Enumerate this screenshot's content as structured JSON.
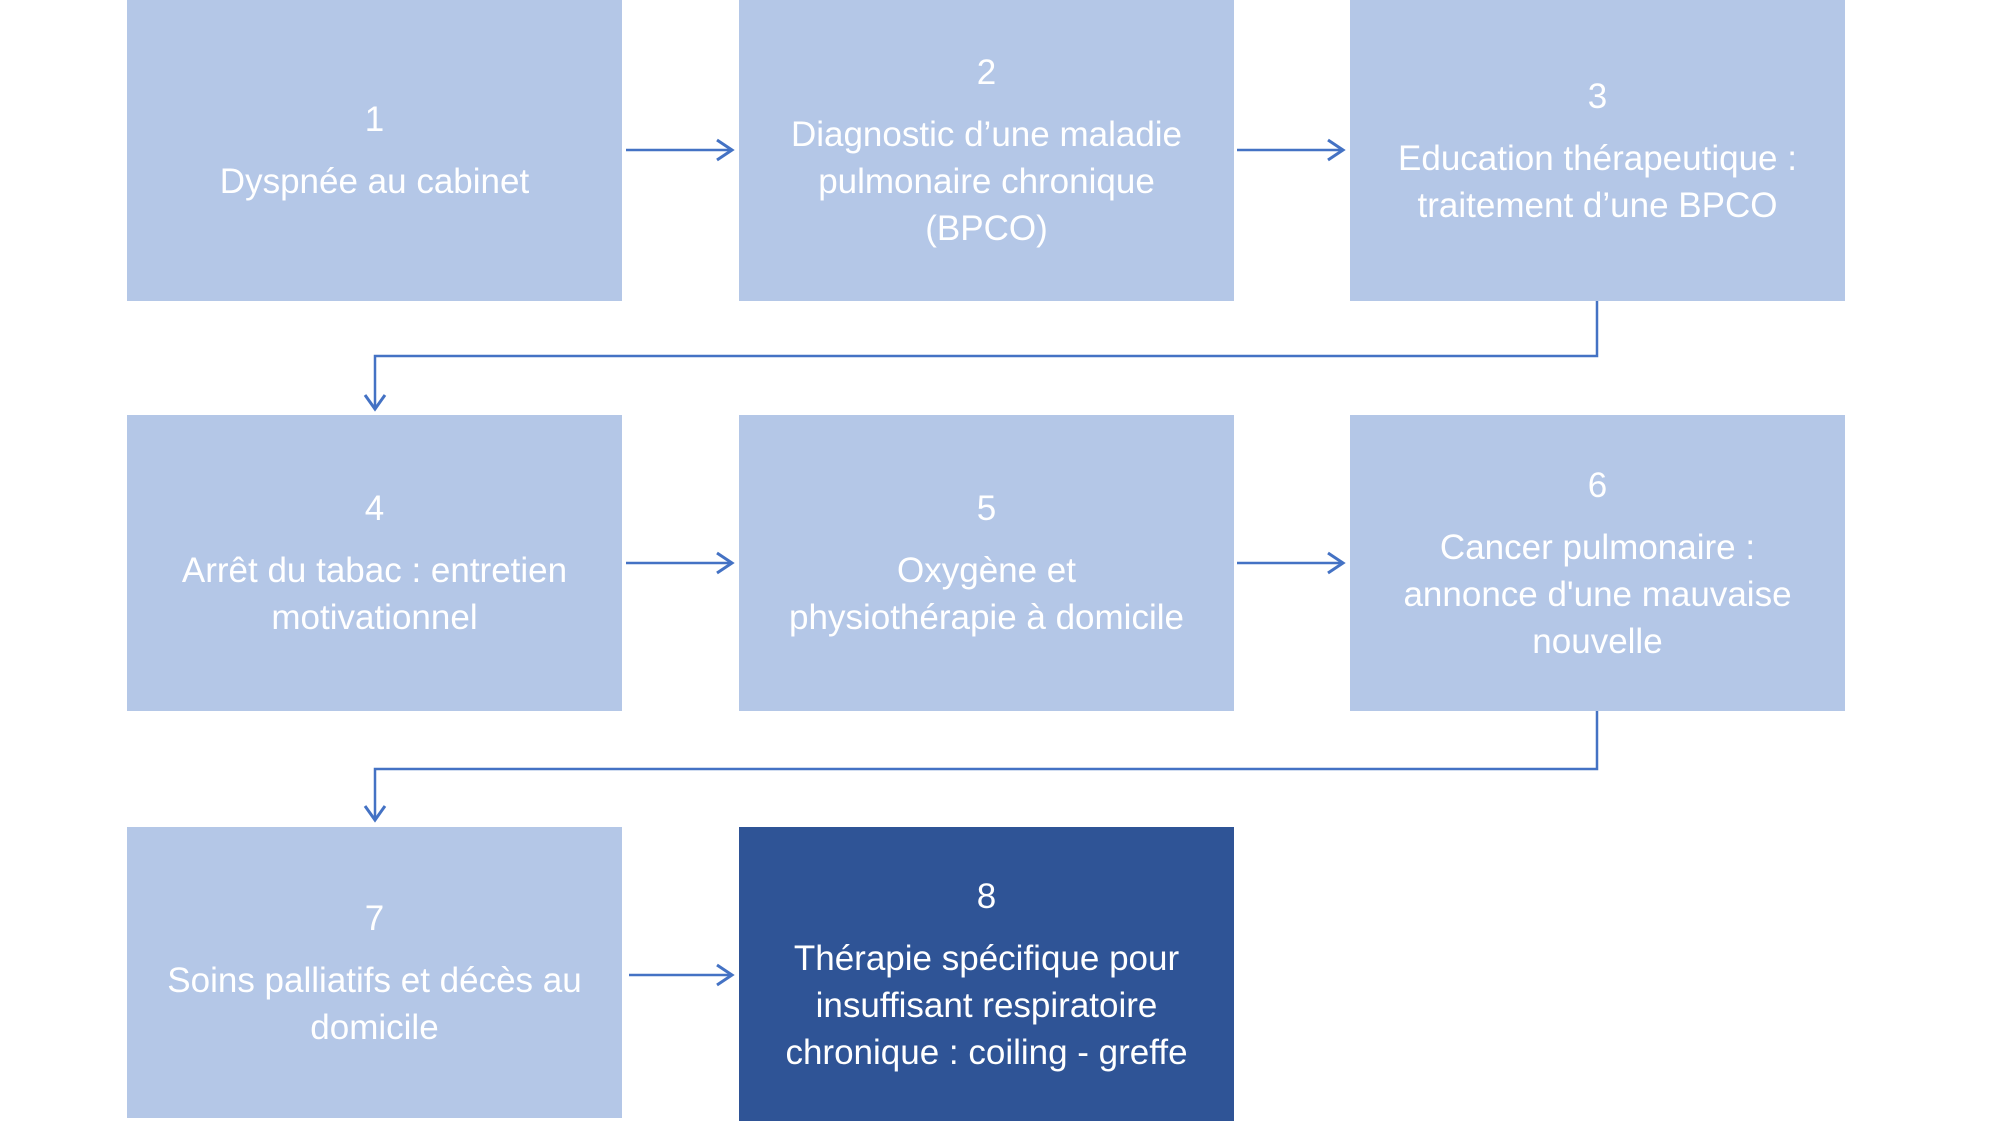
{
  "diagram": {
    "type": "flowchart",
    "language": "fr",
    "colors": {
      "box_light_fill": "#B4C7E7",
      "box_dark_fill": "#2F5496",
      "connector": "#4472C4",
      "text": "#FFFFFF",
      "background": "#FFFFFF"
    },
    "boxes": [
      {
        "number": "1",
        "style": "light",
        "lines": [
          "Dyspnée au cabinet"
        ]
      },
      {
        "number": "2",
        "style": "light",
        "lines": [
          "Diagnostic d’une maladie",
          "pulmonaire chronique",
          "(BPCO)"
        ]
      },
      {
        "number": "3",
        "style": "light",
        "lines": [
          "Education thérapeutique :",
          "traitement d’une BPCO"
        ]
      },
      {
        "number": "4",
        "style": "light",
        "lines": [
          "Arrêt du tabac : entretien",
          "motivationnel"
        ]
      },
      {
        "number": "5",
        "style": "light",
        "lines": [
          "Oxygène et",
          "physiothérapie à domicile"
        ]
      },
      {
        "number": "6",
        "style": "light",
        "lines": [
          "Cancer pulmonaire :",
          "annonce d'une mauvaise",
          "nouvelle"
        ]
      },
      {
        "number": "7",
        "style": "light",
        "lines": [
          "Soins palliatifs et décès au",
          "domicile"
        ]
      },
      {
        "number": "8",
        "style": "dark",
        "lines": [
          "Thérapie spécifique pour",
          "insuffisant respiratoire",
          "chronique : coiling - greffe"
        ]
      }
    ],
    "connections": [
      {
        "from": "1",
        "to": "2",
        "shape": "straight-right"
      },
      {
        "from": "2",
        "to": "3",
        "shape": "straight-right"
      },
      {
        "from": "3",
        "to": "4",
        "shape": "elbow-down-left-down"
      },
      {
        "from": "4",
        "to": "5",
        "shape": "straight-right"
      },
      {
        "from": "5",
        "to": "6",
        "shape": "straight-right"
      },
      {
        "from": "6",
        "to": "7",
        "shape": "elbow-down-left-down"
      },
      {
        "from": "7",
        "to": "8",
        "shape": "straight-right"
      }
    ]
  }
}
